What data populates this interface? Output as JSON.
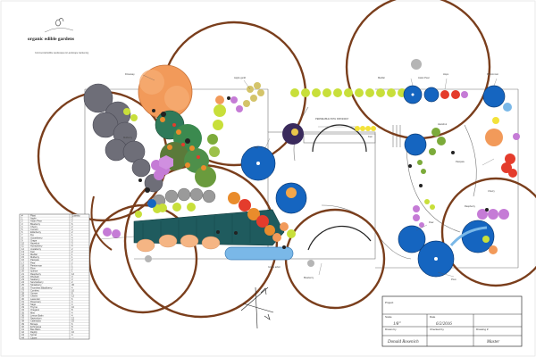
{
  "company": {
    "name": "organic edible gardens",
    "tagline": "Commercial Edible Landscapes & Landscape Gardening"
  },
  "labels": {
    "driveway_sign": "Driveway",
    "apple_guild": "Apple guild",
    "portable_path": "PERMEABLE PATH DRIVEWAY",
    "fig": "Fig",
    "blueberry": "Blueberry",
    "medlar": "Medlar",
    "asian_pear": "Asian Pear",
    "persimmon": "Persimmon",
    "hazelnut": "Hazelnut",
    "pawpaw": "Pawpaw",
    "kiwi": "Kiwi",
    "hops": "Hops",
    "pear": "Pear",
    "herb_spiral": "Herb spiral",
    "plum": "Plum",
    "cherry": "Cherry",
    "raspberry": "Raspberry",
    "grape_arbor": "Grape arbor",
    "mulberry": "Mulberry"
  },
  "legend": {
    "headers": [
      "#",
      "Plant",
      "Quantity"
    ],
    "rows": [
      [
        "1",
        "Apple",
        "3"
      ],
      [
        "2",
        "Asian Pear",
        "2"
      ],
      [
        "3",
        "Blueberry",
        "6"
      ],
      [
        "4",
        "Cherry",
        "2"
      ],
      [
        "5",
        "Currant",
        "4"
      ],
      [
        "6",
        "Elderberry",
        "2"
      ],
      [
        "7",
        "Fig",
        "1"
      ],
      [
        "8",
        "Gooseberry",
        "4"
      ],
      [
        "9",
        "Grape",
        "3"
      ],
      [
        "10",
        "Hazelnut",
        "3"
      ],
      [
        "11",
        "Honeyberry",
        "4"
      ],
      [
        "12",
        "Jostaberry",
        "2"
      ],
      [
        "13",
        "Kiwi",
        "2"
      ],
      [
        "14",
        "Medlar",
        "1"
      ],
      [
        "15",
        "Mulberry",
        "1"
      ],
      [
        "16",
        "Pawpaw",
        "2"
      ],
      [
        "17",
        "Pear",
        "2"
      ],
      [
        "18",
        "Persimmon",
        "1"
      ],
      [
        "19",
        "Plum",
        "2"
      ],
      [
        "20",
        "Quince",
        "1"
      ],
      [
        "21",
        "Raspberry",
        "12"
      ],
      [
        "22",
        "Rhubarb",
        "3"
      ],
      [
        "23",
        "Seaberry",
        "3"
      ],
      [
        "24",
        "Serviceberry",
        "2"
      ],
      [
        "25",
        "Strawberry",
        "30"
      ],
      [
        "26",
        "Thornless Blackberry",
        "4"
      ],
      [
        "27",
        "Comfrey",
        "10"
      ],
      [
        "28",
        "Yarrow",
        "8"
      ],
      [
        "29",
        "Chives",
        "12"
      ],
      [
        "30",
        "Lavender",
        "6"
      ],
      [
        "31",
        "Rosemary",
        "4"
      ],
      [
        "32",
        "Sage",
        "4"
      ],
      [
        "33",
        "Thyme",
        "10"
      ],
      [
        "34",
        "Oregano",
        "8"
      ],
      [
        "35",
        "Mint",
        "4"
      ],
      [
        "36",
        "Lemon Balm",
        "4"
      ],
      [
        "37",
        "Nasturtium",
        "12"
      ],
      [
        "38",
        "Calendula",
        "10"
      ],
      [
        "39",
        "Borage",
        "6"
      ],
      [
        "40",
        "Echinacea",
        "8"
      ],
      [
        "41",
        "Bee Balm",
        "6"
      ],
      [
        "42",
        "Daylily",
        "10"
      ],
      [
        "43",
        "Sorrel",
        "4"
      ],
      [
        "44",
        "Clover",
        "—"
      ]
    ]
  },
  "title_block": {
    "scale_label": "Scale",
    "scale_value": "1/8\"",
    "date_label": "Date",
    "date_value": "6/2/2016",
    "drawn_by_label": "Drawn by",
    "drawn_by_value": "Donald Rosenich",
    "checked_label": "Checked by",
    "checked_value": "",
    "drawing_label": "Drawing #",
    "drawing_value": "Master",
    "project_label": "Project",
    "project_value": ""
  },
  "colors": {
    "canopy_outline": "#7a3e1c",
    "tree_blue": "#1565c0",
    "tree_gray": "#6e6e78",
    "tree_orange": "#f29a5a",
    "hedge_teal": "#1f5b5e",
    "light_blue": "#7ab8e8",
    "purple": "#c57bd6",
    "yellow_green": "#c8df3a",
    "yellow": "#f3e23a",
    "red": "#e43c2c",
    "dark_purple": "#3a2a5c"
  }
}
